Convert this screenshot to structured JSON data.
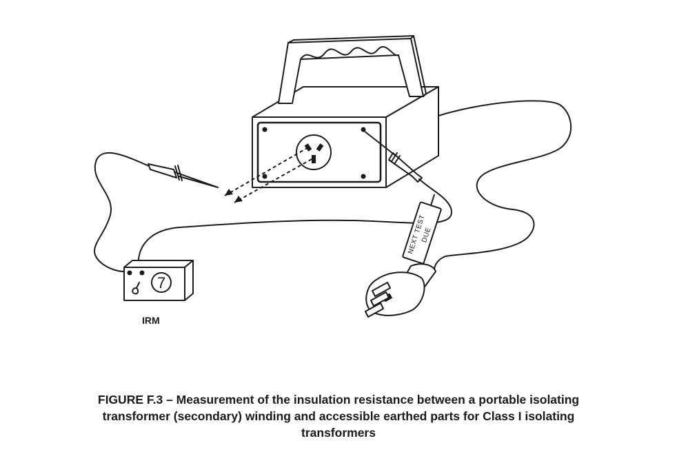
{
  "figure": {
    "meter_label": "IRM",
    "meter_dial_value": "7",
    "tag_line1": "NEXT TEST",
    "tag_line2": "DUE"
  },
  "caption": {
    "line1": "FIGURE F.3 – Measurement of the insulation resistance between a portable isolating",
    "line2": "transformer (secondary) winding and accessible earthed parts for Class I isolating",
    "line3": "transformers"
  }
}
